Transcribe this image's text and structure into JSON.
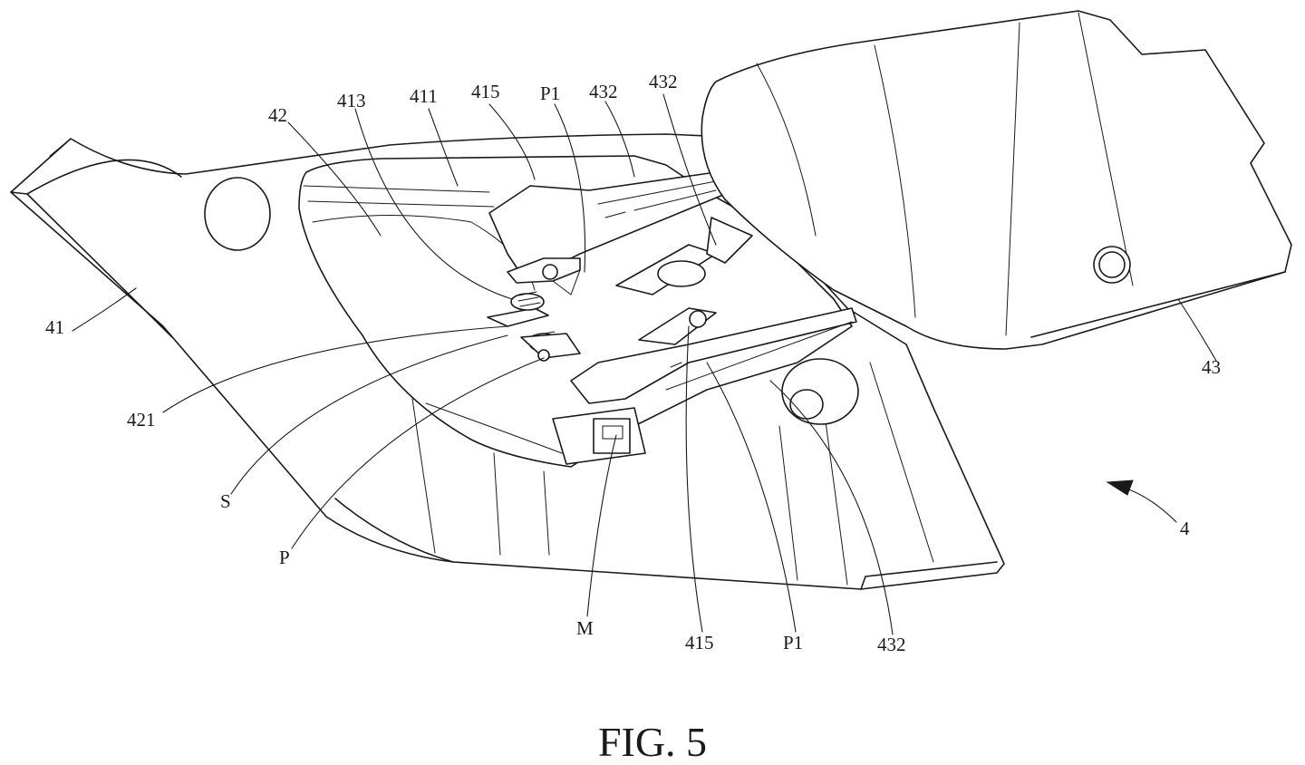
{
  "figure": {
    "caption": "FIG. 5"
  },
  "labels": {
    "l41": "41",
    "l42": "42",
    "l413": "413",
    "l411": "411",
    "l415_top": "415",
    "l_p1_top": "P1",
    "l432_a": "432",
    "l432_b": "432",
    "l43": "43",
    "l421": "421",
    "l_s": "S",
    "l_p": "P",
    "l_m": "M",
    "l415_bottom": "415",
    "l_p1_bottom": "P1",
    "l432_bottom": "432",
    "l4": "4"
  },
  "colors": {
    "ink": "#1a1a1a",
    "paper": "#ffffff"
  }
}
